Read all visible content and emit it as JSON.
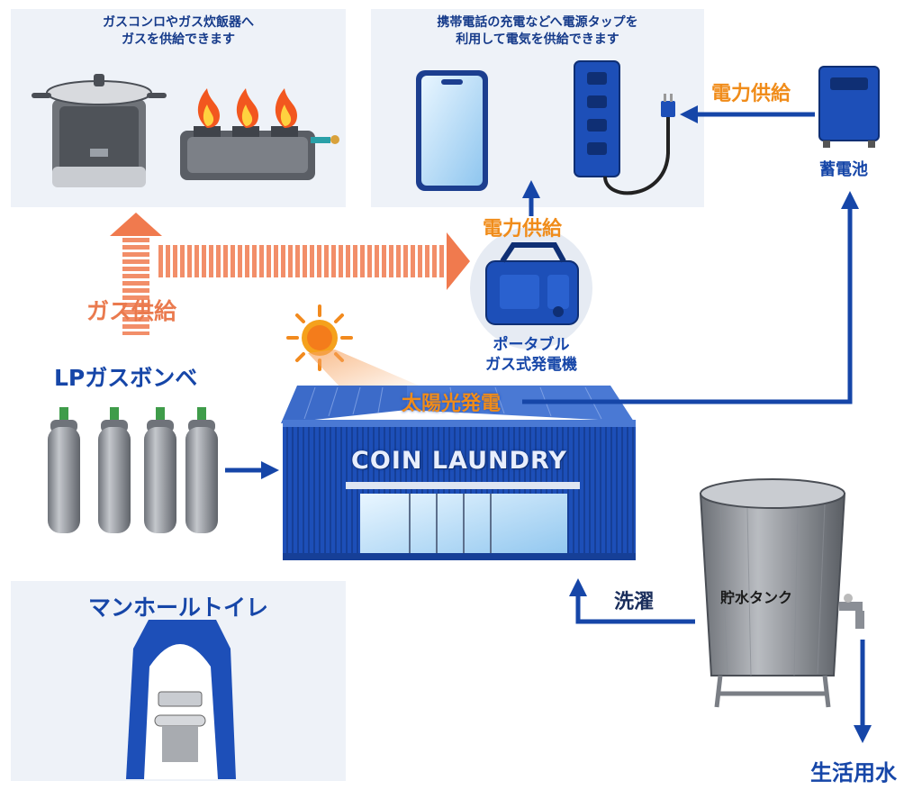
{
  "panels": {
    "gas": {
      "line1": "ガスコンロやガス炊飯器へ",
      "line2": "ガスを供給できます"
    },
    "power": {
      "line1": "携帯電話の充電などへ電源タップを",
      "line2": "利用して電気を供給できます"
    },
    "toilet": {
      "title": "マンホールトイレ"
    }
  },
  "labels": {
    "gas_supply": "ガス供給",
    "power_supply_generator": "電力供給",
    "power_supply_battery": "電力供給",
    "generator_line1": "ポータブル",
    "generator_line2": "ガス式発電機",
    "battery": "蓄電池",
    "lp_gas": "LPガスボンベ",
    "solar": "太陽光発電",
    "laundry_sign": "COIN LAUNDRY",
    "wash": "洗濯",
    "water_tank": "貯水タンク",
    "domestic_water": "生活用水"
  },
  "colors": {
    "blue_arrow": "#1646a8",
    "gas_arrow": "#f07a4e",
    "building": "#1d4fb8",
    "panel_bg": "#eef2f8",
    "label_orange": "#f08c1a"
  }
}
